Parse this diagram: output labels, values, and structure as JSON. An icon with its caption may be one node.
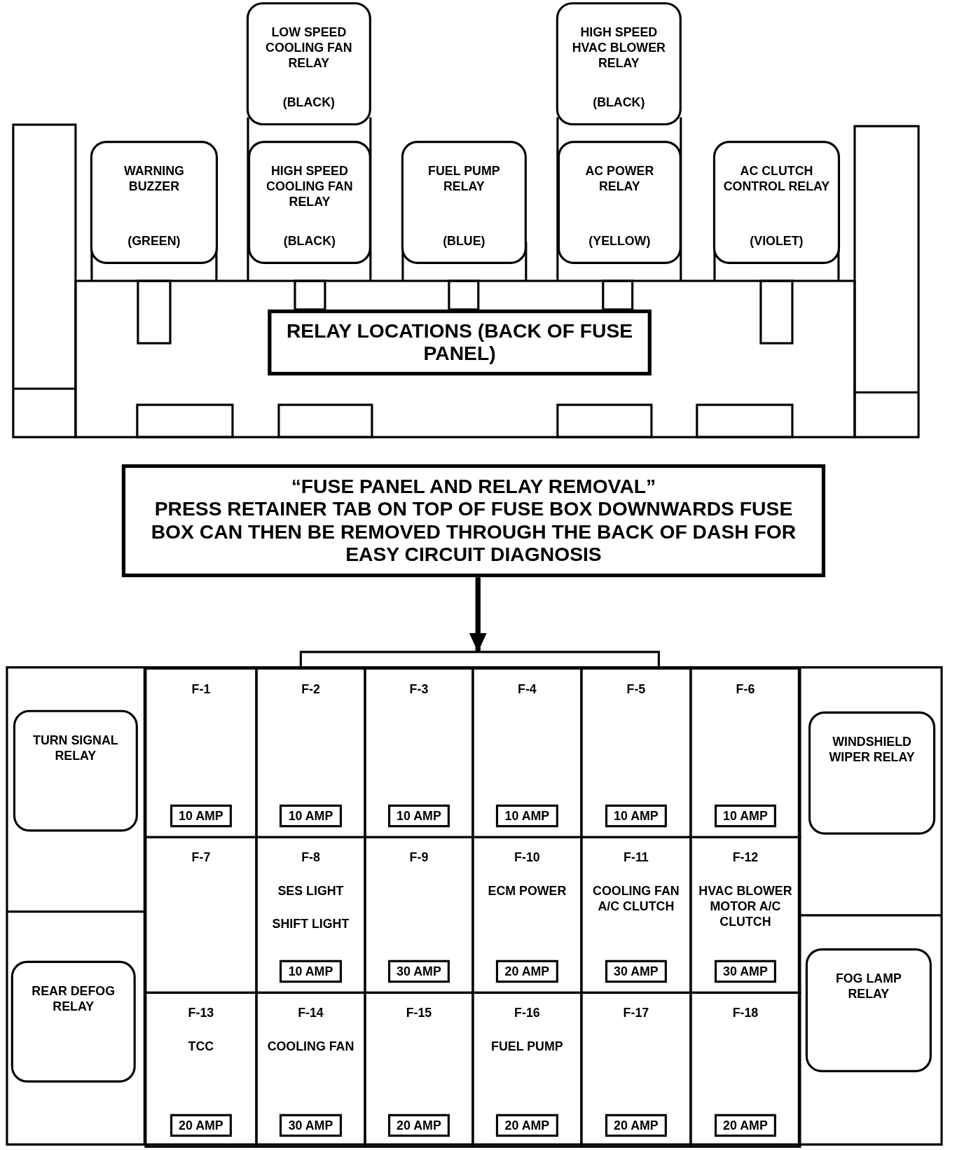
{
  "diagram": {
    "nodes": [
      {
        "text": [
          "LOW SPEED COOLING FAN RELAY",
          "(BLACK)"
        ]
      },
      {
        "text": [
          "HIGH SPEED HVAC BLOWER RELAY",
          "(BLACK)"
        ]
      },
      {
        "text": [
          "WARNING BUZZER",
          "(GREEN)"
        ]
      },
      {
        "text": [
          "HIGH SPEED COOLING FAN RELAY",
          "(BLACK)"
        ]
      },
      {
        "text": [
          "FUEL PUMP RELAY",
          "(BLUE)"
        ]
      },
      {
        "text": [
          "AC POWER RELAY",
          "(YELLOW)"
        ]
      },
      {
        "text": [
          "AC CLUTCH CONTROL RELAY",
          "(VIOLET)"
        ]
      },
      {
        "text": [
          "RELAY LOCATIONS (BACK OF FUSE PANEL)"
        ]
      },
      {
        "text": [
          "“FUSE PANEL AND RELAY REMOVAL”",
          "PRESS RETAINER TAB ON TOP OF FUSE BOX DOWNWARDS FUSE BOX CAN THEN BE REMOVED THROUGH THE BACK OF DASH FOR EASY CIRCUIT DIAGNOSIS"
        ]
      },
      {
        "text": [],
        "shape": "box"
      },
      {
        "text": [
          "TURN SIGNAL RELAY"
        ],
        "in": 9
      },
      {
        "text": [
          "F-1",
          "10 AMP"
        ],
        "in": 9
      },
      {
        "text": [
          "F-2",
          "10 AMP"
        ],
        "in": 9
      },
      {
        "text": [
          "F-3",
          "10 AMP"
        ],
        "in": 9
      },
      {
        "text": [
          "F-4",
          "10 AMP"
        ],
        "in": 9
      },
      {
        "text": [
          "F-5",
          "10 AMP"
        ],
        "in": 9
      },
      {
        "text": [
          "F-6",
          "10 AMP"
        ],
        "in": 9
      },
      {
        "text": [
          "WINDSHIELD WIPER RELAY"
        ],
        "in": 9
      },
      {
        "text": [
          "F-7"
        ],
        "in": 9
      },
      {
        "text": [
          "F-8",
          "SES LIGHT",
          "SHIFT LIGHT",
          "10 AMP"
        ],
        "in": 9
      },
      {
        "text": [
          "F-9",
          "30 AMP"
        ],
        "in": 9
      },
      {
        "text": [
          "F-10",
          "ECM POWER",
          "20 AMP"
        ],
        "in": 9
      },
      {
        "text": [
          "F-11",
          "COOLING FAN A/C CLUTCH",
          "30 AMP"
        ],
        "in": 9
      },
      {
        "text": [
          "F-12",
          "HVAC BLOWER MOTOR A/C CLUTCH",
          "30 AMP"
        ],
        "in": 9
      },
      {
        "text": [
          "REAR DEFOG RELAY"
        ],
        "in": 9
      },
      {
        "text": [
          "F-13",
          "TCC",
          "20 AMP"
        ],
        "in": 9
      },
      {
        "text": [
          "F-14",
          "COOLING FAN",
          "30 AMP"
        ],
        "in": 9
      },
      {
        "text": [
          "F-15",
          "20 AMP"
        ],
        "in": 9
      },
      {
        "text": [
          "F-16",
          "FUEL PUMP",
          "20 AMP"
        ],
        "in": 9
      },
      {
        "text": [
          "F-17",
          "20 AMP"
        ],
        "in": 9
      },
      {
        "text": [
          "F-18",
          "20 AMP"
        ],
        "in": 9
      },
      {
        "text": [
          "FOG LAMP RELAY"
        ],
        "in": 9
      }
    ],
    "edges": [
      {
        "from": 8,
        "to": 9,
        "arrow": "to"
      }
    ]
  }
}
